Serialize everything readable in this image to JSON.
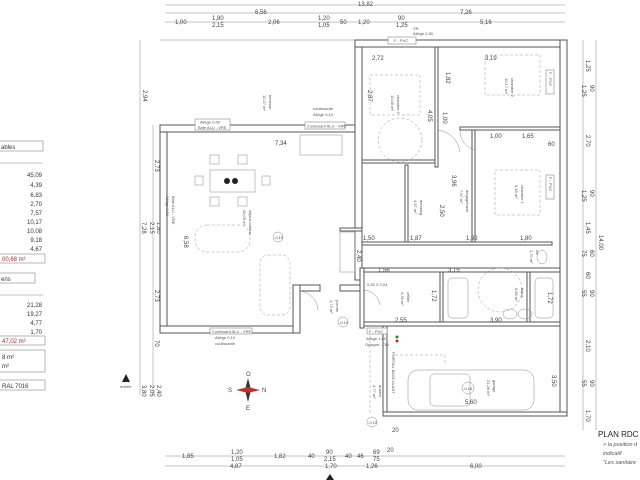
{
  "legend": {
    "table1": {
      "header": "ables",
      "values": [
        "45,09",
        "4,39",
        "6,83",
        "2,70",
        "7,57",
        "10,17",
        "10,08",
        "9,18",
        "4,67"
      ],
      "total": "00,68 m²"
    },
    "table2": {
      "header": "ens",
      "values": [
        "21,28",
        "19,27",
        "4,77",
        "1,70"
      ],
      "total": "47,02 m²"
    },
    "summary": [
      "8 m²",
      "m²"
    ],
    "color": "RAL 7016"
  },
  "title": {
    "main": "PLAN RDC",
    "notes": [
      "> la position d",
      "indicatif",
      "\"Les sanitaire"
    ]
  },
  "dims": {
    "top": {
      "total": "13,82",
      "left": "6,56",
      "right": "7,26",
      "segments": [
        "1,00",
        "1,80",
        "2,15",
        "2,06",
        "1,20",
        "1,05",
        "50",
        "1,20",
        "90",
        "1,25",
        "5,16"
      ]
    },
    "bottom": {
      "segments": [
        "1,85",
        "1,20",
        "1,05",
        "1,82",
        "40",
        "90",
        "2,15",
        "40",
        "46",
        "69",
        "75",
        "20"
      ],
      "totals": [
        "4,87",
        "1,70",
        "1,26",
        "6,00"
      ]
    },
    "left": [
      "2,94",
      "2,73",
      "1,80",
      "2,15",
      "7,28",
      "2,73",
      "70",
      "2,40",
      "2,05",
      "3,80"
    ],
    "right": [
      "1,25",
      "90",
      "1,25",
      "2,70",
      "90",
      "1,25",
      "1,45",
      "14,00",
      "60",
      "75",
      "60",
      "90",
      "55",
      "2,10",
      "90",
      "55",
      "1,70"
    ],
    "interior": [
      "7,34",
      "6,58",
      "2,72",
      "3,19",
      "2,87",
      "1,82",
      "4,05",
      "1,00",
      "1,00",
      "1,65",
      "60",
      "3,96",
      "2,50",
      "1,50",
      "1,87",
      "1,92",
      "1,80",
      "3,15",
      "1,56",
      "2,40",
      "2,55",
      "3,90",
      "1,72",
      "1,72",
      "5,60",
      "3,50",
      "20"
    ]
  },
  "rooms": {
    "sejour": {
      "name": "séjour-cuisine",
      "area": "45,09 m²"
    },
    "terrasse": {
      "name": "terrasse",
      "area": "10,27 m²"
    },
    "chambre3": {
      "name": "chambre 3",
      "area": "10,08 m²"
    },
    "chambre2": {
      "name": "chambre 2",
      "area": "10,17 m²"
    },
    "chambre1": {
      "name": "chambre 1",
      "area": "9,18 m²"
    },
    "dressing": {
      "name": "dressing",
      "area": "4,67 m²"
    },
    "degagement": {
      "name": "dégagement",
      "area": "7,57 m²"
    },
    "cellier": {
      "name": "cellier",
      "area": "4,39 m²"
    },
    "bains": {
      "name": "bains",
      "area": "6,83 m²"
    },
    "wc": {
      "name": "wc",
      "area": "1,70 m²"
    },
    "garage": {
      "name": "garage",
      "area": "21,28 m²"
    },
    "porche": {
      "name": "porche",
      "area": "1,72 m²"
    },
    "auvent": {
      "name": "auvent",
      "area": "4,77 m²"
    }
  },
  "openings": {
    "baie_top": [
      "Allège 0,00",
      "Baie ALU - VRE"
    ],
    "coul_top": [
      "coulissante",
      "Allège 0,10",
      "Coulissant ALU - VRE"
    ],
    "coul_bottom": [
      "Coulissant ALU - VRE",
      "Allège 0,10",
      "coulissante"
    ],
    "baie_left": [
      "Baie ALU - VRE",
      "Allège 0,00"
    ],
    "fpvc": "F - PVC",
    "vr": [
      "VR",
      "Allège 0,90"
    ],
    "opaque": [
      "Allège 1,60",
      "Opaque - OD"
    ],
    "door": "0,83 X 2,04",
    "garage_door": "PORTAIL BASCULANT",
    "levels": [
      "-0,15",
      "-0,18",
      "-0,10",
      "-0,15"
    ]
  },
  "compass": {
    "n": "N",
    "s": "S",
    "e": "E",
    "o": "O"
  },
  "marker": "entrée"
}
